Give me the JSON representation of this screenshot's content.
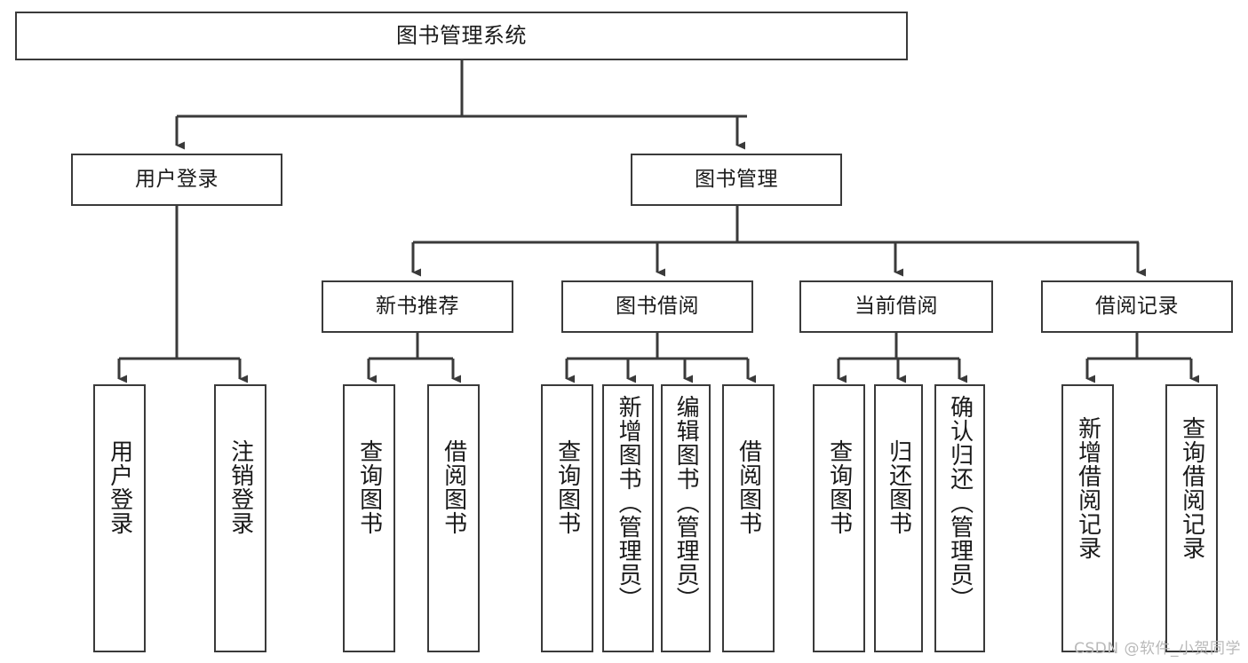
{
  "diagram": {
    "title": "图书管理系统",
    "watermark": "CSDN @软件_小贺同学",
    "colors": {
      "border": "#3a3a3a",
      "background": "#ffffff",
      "text": "#1a1a1a",
      "watermark": "#b9b9b9"
    },
    "root": {
      "label": "图书管理系统"
    },
    "level2": [
      {
        "label": "用户登录"
      },
      {
        "label": "图书管理"
      }
    ],
    "level3": [
      {
        "label": "新书推荐"
      },
      {
        "label": "图书借阅"
      },
      {
        "label": "当前借阅"
      },
      {
        "label": "借阅记录"
      }
    ],
    "leaves": [
      {
        "label": "用户登录",
        "parent": "用户登录"
      },
      {
        "label": "注销登录",
        "parent": "用户登录"
      },
      {
        "label": "查询图书",
        "parent": "新书推荐"
      },
      {
        "label": "借阅图书",
        "parent": "新书推荐"
      },
      {
        "label": "查询图书",
        "parent": "图书借阅"
      },
      {
        "label": "新增图书（管理员）",
        "parent": "图书借阅"
      },
      {
        "label": "编辑图书（管理员）",
        "parent": "图书借阅"
      },
      {
        "label": "借阅图书",
        "parent": "图书借阅"
      },
      {
        "label": "查询图书",
        "parent": "当前借阅"
      },
      {
        "label": "归还图书",
        "parent": "当前借阅"
      },
      {
        "label": "确认归还（管理员）",
        "parent": "当前借阅"
      },
      {
        "label": "新增借阅记录",
        "parent": "借阅记录"
      },
      {
        "label": "查询借阅记录",
        "parent": "借阅记录"
      }
    ]
  }
}
